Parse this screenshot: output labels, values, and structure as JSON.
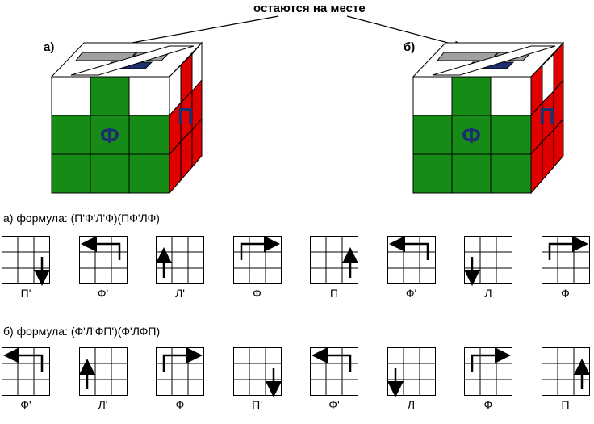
{
  "caption": "остаются на месте",
  "cube_a": {
    "label": "а)",
    "front_letter": "Ф",
    "side_letter": "П"
  },
  "cube_b": {
    "label": "б)",
    "front_letter": "Ф",
    "side_letter": "П"
  },
  "row_a": {
    "formula": "а) формула: (П'Ф'Л'Ф)(ПФ'ЛФ)",
    "moves": [
      {
        "label": "П'",
        "arrow": "right-down"
      },
      {
        "label": "Ф'",
        "arrow": "top-left-from-right"
      },
      {
        "label": "Л'",
        "arrow": "left-up"
      },
      {
        "label": "Ф",
        "arrow": "top-right-from-left"
      },
      {
        "label": "П",
        "arrow": "right-up"
      },
      {
        "label": "Ф'",
        "arrow": "top-left-from-right"
      },
      {
        "label": "Л",
        "arrow": "left-down"
      },
      {
        "label": "Ф",
        "arrow": "top-right-from-left"
      }
    ]
  },
  "row_b": {
    "formula": "б) формула: (Ф'Л'ФП')(Ф'ЛФП)",
    "moves": [
      {
        "label": "Ф'",
        "arrow": "top-left-from-right"
      },
      {
        "label": "Л'",
        "arrow": "left-up"
      },
      {
        "label": "Ф",
        "arrow": "top-right-from-left"
      },
      {
        "label": "П'",
        "arrow": "right-down"
      },
      {
        "label": "Ф'",
        "arrow": "top-left-from-right"
      },
      {
        "label": "Л",
        "arrow": "left-down"
      },
      {
        "label": "Ф",
        "arrow": "top-right-from-left"
      },
      {
        "label": "П",
        "arrow": "right-up"
      }
    ]
  },
  "colors": {
    "green": "#168c16",
    "red": "#e00000",
    "white": "#ffffff",
    "gray": "#a0a0a0",
    "navy": "#1c2f6e"
  }
}
